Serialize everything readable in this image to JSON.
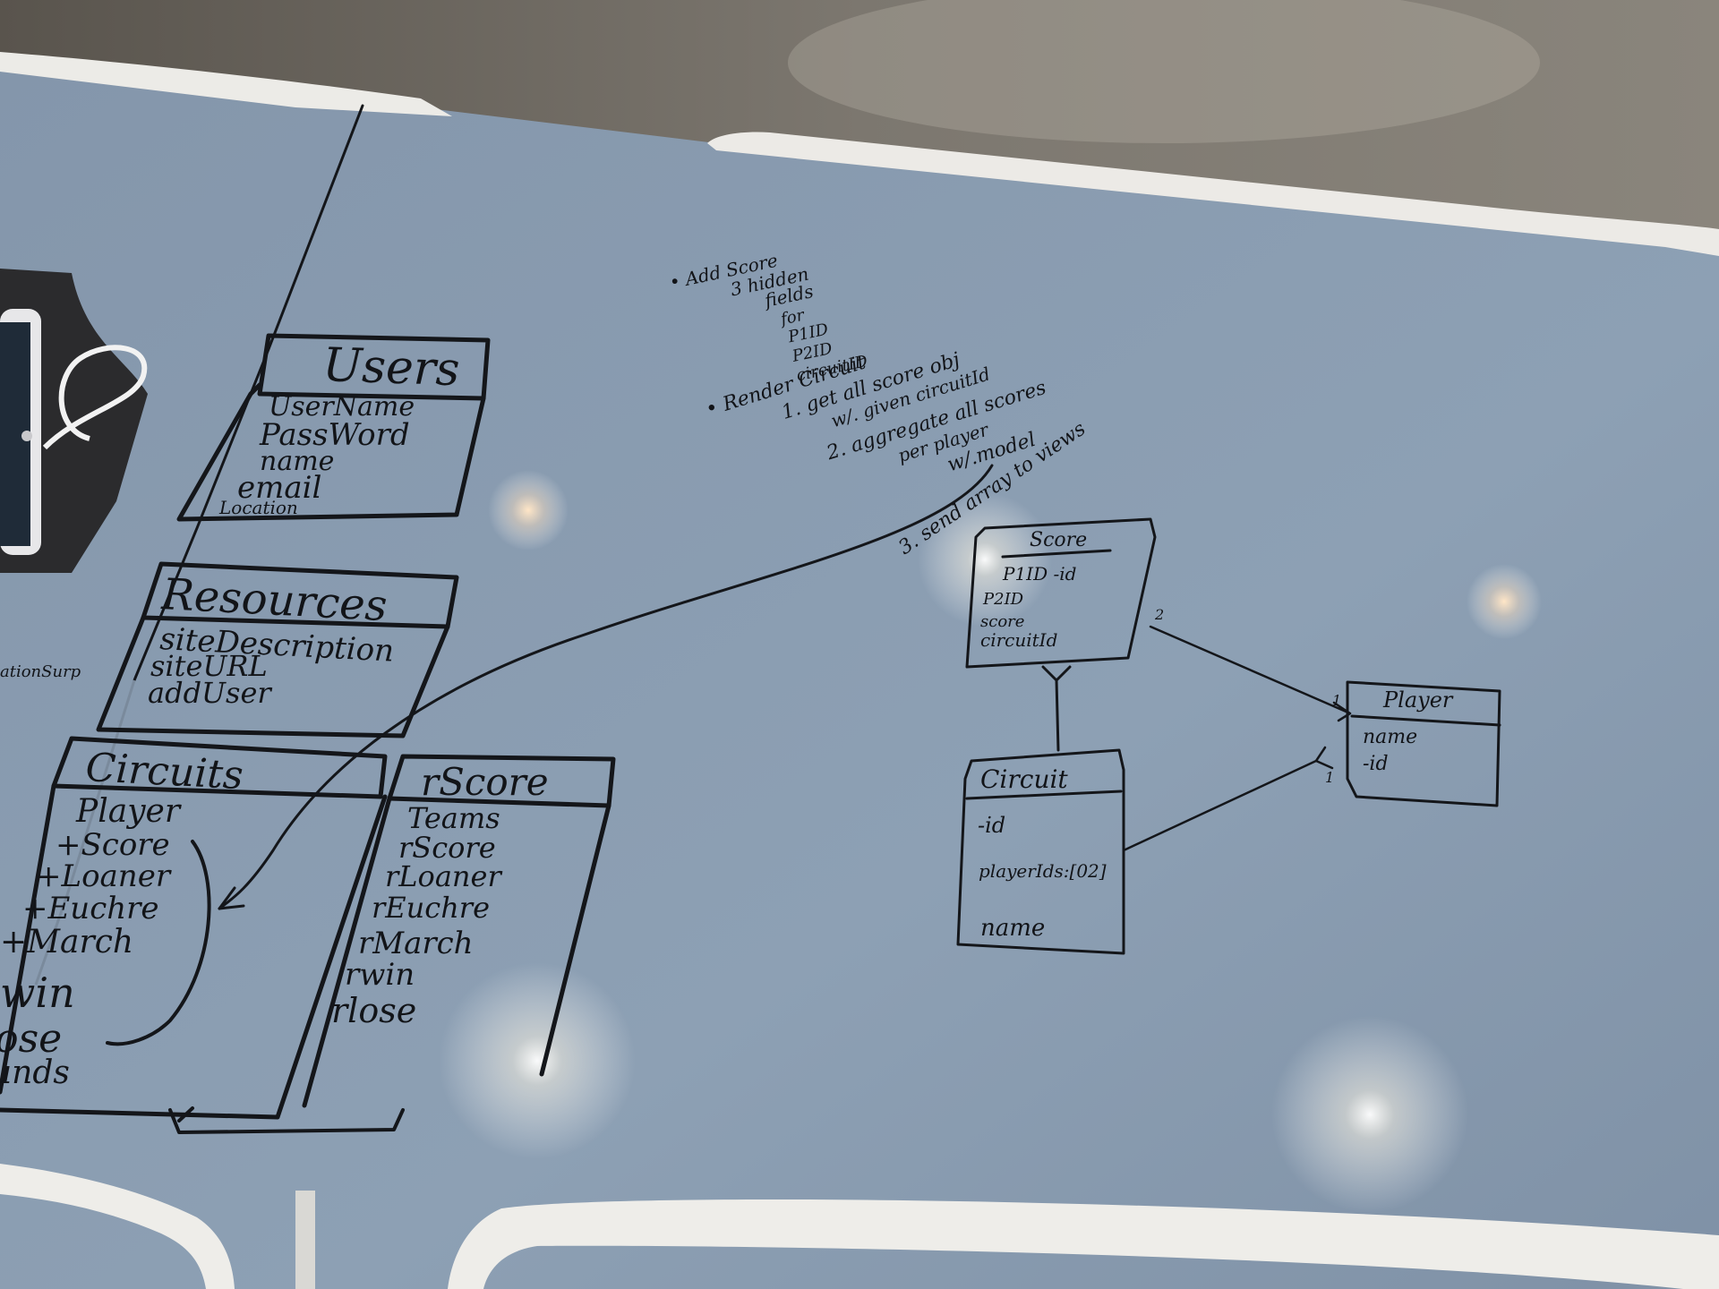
{
  "colors": {
    "floor": "#6f6b64",
    "table_top": "#8a9bb0",
    "table_edge": "#e9e8e4",
    "ink": "#14161a"
  },
  "boards": {
    "users": {
      "title": "Users",
      "fields": [
        "UserName",
        "PassWord",
        "name",
        "email",
        "Location"
      ]
    },
    "resources": {
      "title": "Resources",
      "fields": [
        "siteDescription",
        "siteURL",
        "addUser"
      ]
    },
    "circuits": {
      "title": "Circuits",
      "fields": [
        "Player",
        "+Score",
        "+Loaner",
        "+Euchre",
        "+March",
        "win",
        "lose",
        "unds"
      ]
    },
    "rscore": {
      "title": "rScore",
      "fields": [
        "Teams",
        "rScore",
        "rLoaner",
        "rEuchre",
        "rMarch",
        "rwin",
        "rlose"
      ]
    },
    "score": {
      "title": "Score",
      "fields": [
        "P1ID  -id",
        "P2ID",
        "score",
        "circuitId"
      ]
    },
    "player": {
      "title": "Player",
      "fields": [
        "name",
        "-id"
      ]
    },
    "circuit": {
      "title": "Circuit",
      "fields": [
        "-id",
        "playerIds:[02]",
        "name"
      ]
    },
    "cut_label": "ationSurp",
    "cardinality": {
      "score_player": "2",
      "player_left": "1",
      "player_lower": "1"
    }
  },
  "notes": {
    "add_score": [
      "• Add Score",
      "3 hidden",
      "fields",
      "for",
      "P1ID",
      "P2ID",
      "circuitID"
    ],
    "render": [
      "• Render Circuit",
      "1. get all score obj",
      "w/. given circuitId",
      "2. aggregate all scores",
      "per player",
      "w/.model"
    ],
    "send": "3. send array to views"
  }
}
